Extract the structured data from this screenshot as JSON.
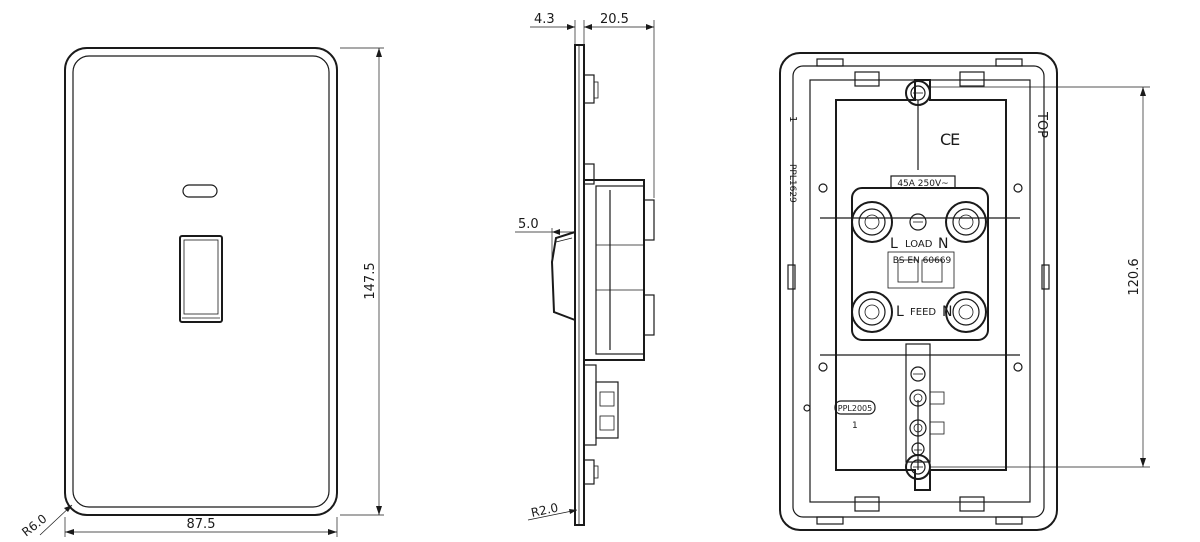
{
  "front_view": {
    "width_label": "87.5",
    "height_label": "147.5",
    "radius_label": "R6.0"
  },
  "side_view": {
    "plate_thickness_label": "4.3",
    "depth_label": "20.5",
    "rocker_projection_label": "5.0",
    "edge_radius_label": "R2.0"
  },
  "rear_view": {
    "top_marking": "TOP",
    "ce_mark": "CE",
    "rating_label": "45A 250V~",
    "load_label": "LOAD",
    "feed_label": "FEED",
    "live_letter": "L",
    "neutral_letter": "N",
    "standard_label": "BS EN 60669",
    "part_code_side": "PPL1629",
    "side_index": "1",
    "part_code_box": "PPL2005",
    "box_index": "1",
    "fixing_centres_label": "120.6"
  }
}
